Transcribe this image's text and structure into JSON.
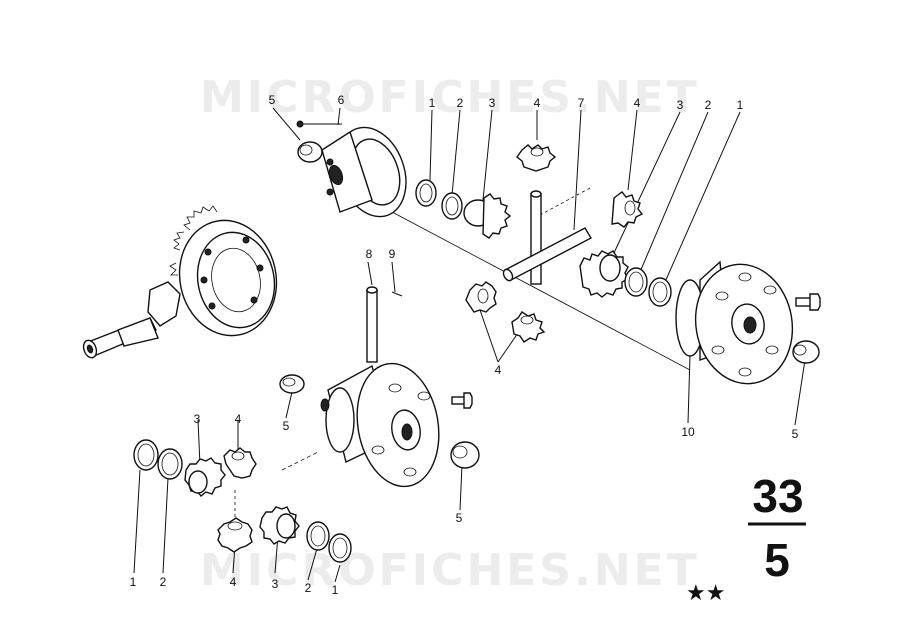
{
  "watermark": "MICROFICHES.NET",
  "diagram_code": {
    "group": "33",
    "page": "5"
  },
  "stars": "★★",
  "callouts": [
    {
      "id": "c5a",
      "label": "5"
    },
    {
      "id": "c6",
      "label": "6"
    },
    {
      "id": "c1a",
      "label": "1"
    },
    {
      "id": "c2a",
      "label": "2"
    },
    {
      "id": "c3a",
      "label": "3"
    },
    {
      "id": "c4a",
      "label": "4"
    },
    {
      "id": "c7",
      "label": "7"
    },
    {
      "id": "c4b",
      "label": "4"
    },
    {
      "id": "c3b",
      "label": "3"
    },
    {
      "id": "c2b",
      "label": "2"
    },
    {
      "id": "c1b",
      "label": "1"
    },
    {
      "id": "c8",
      "label": "8"
    },
    {
      "id": "c9",
      "label": "9"
    },
    {
      "id": "c4c",
      "label": "4"
    },
    {
      "id": "c10",
      "label": "10"
    },
    {
      "id": "c5b",
      "label": "5"
    },
    {
      "id": "c5c",
      "label": "5"
    },
    {
      "id": "c3c",
      "label": "3"
    },
    {
      "id": "c4d",
      "label": "4"
    },
    {
      "id": "c5d",
      "label": "5"
    },
    {
      "id": "c1c",
      "label": "1"
    },
    {
      "id": "c2c",
      "label": "2"
    },
    {
      "id": "c4e",
      "label": "4"
    },
    {
      "id": "c3d",
      "label": "3"
    },
    {
      "id": "c2d",
      "label": "2"
    },
    {
      "id": "c1d",
      "label": "1"
    }
  ]
}
